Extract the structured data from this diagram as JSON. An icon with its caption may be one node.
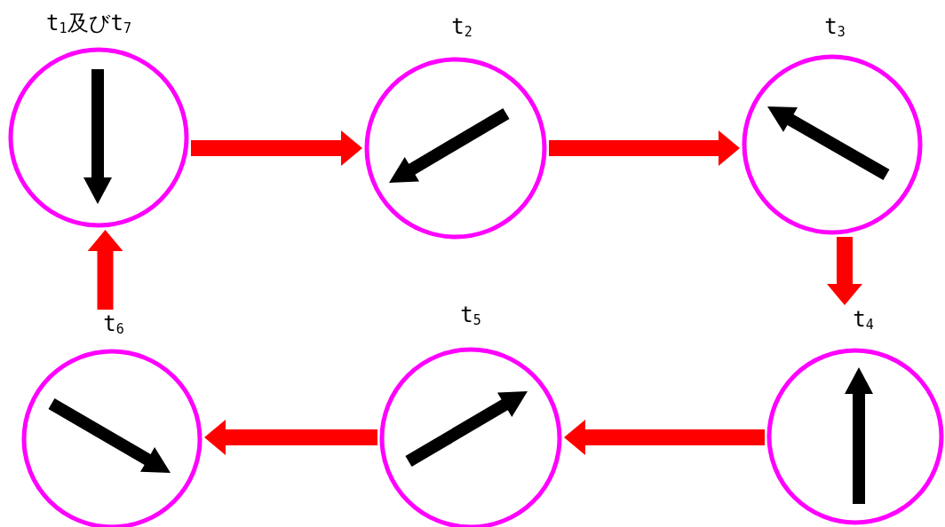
{
  "diagram": {
    "nodes": [
      {
        "text": [
          "t$_{1}$及びt$_{7}$"
        ]
      },
      {
        "text": [
          "t$_{2}$"
        ]
      },
      {
        "text": [
          "t$_{3}$"
        ]
      },
      {
        "text": [
          "t$_{4}$"
        ]
      },
      {
        "text": [
          "t$_{5}$"
        ]
      },
      {
        "text": [
          "t$_{6}$"
        ]
      }
    ],
    "edges": [
      {
        "from": 0,
        "to": 1,
        "arrow": "to"
      },
      {
        "from": 1,
        "to": 2,
        "arrow": "to"
      },
      {
        "from": 2,
        "to": 3,
        "arrow": "to"
      },
      {
        "from": 3,
        "to": 4,
        "arrow": "to"
      },
      {
        "from": 4,
        "to": 5,
        "arrow": "to"
      },
      {
        "from": 5,
        "to": 0,
        "arrow": "to"
      }
    ]
  }
}
